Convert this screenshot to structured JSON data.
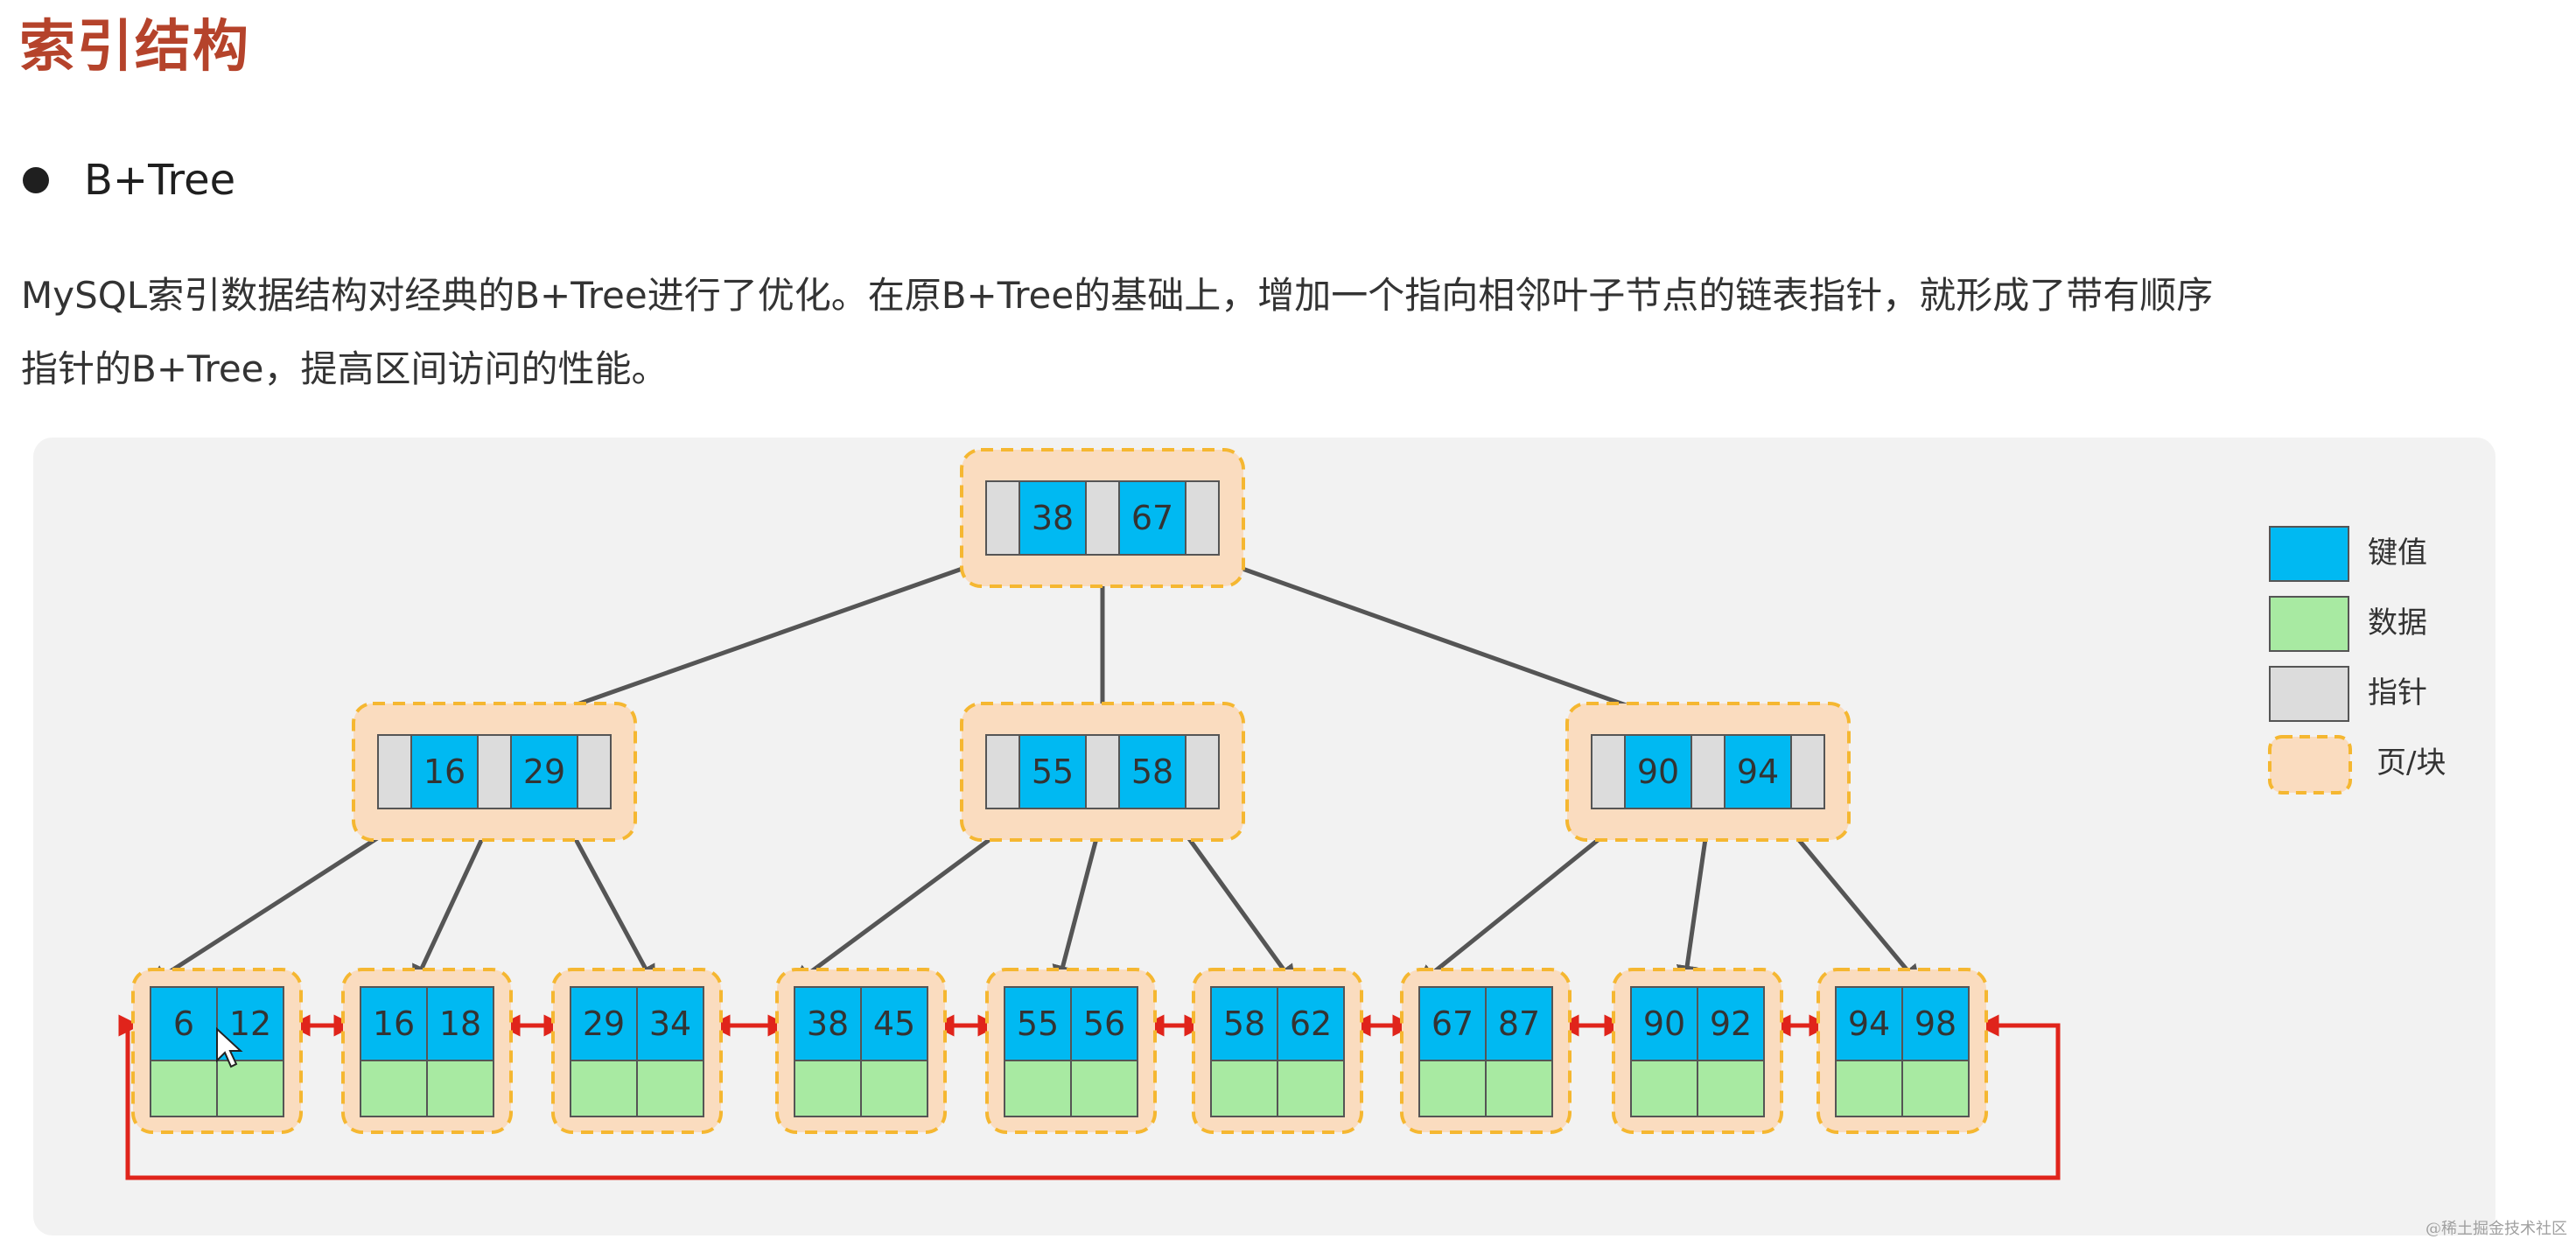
{
  "heading": "索引结构",
  "bullet": "B+Tree",
  "paragraph": {
    "line1": "MySQL索引数据结构对经典的B+Tree进行了优化。在原B+Tree的基础上，增加一个指向相邻叶子节点的链表指针，就形成了带有顺序",
    "line2": "指针的B+Tree，提高区间访问的性能。"
  },
  "diagram": {
    "root": {
      "keys": [
        "38",
        "67"
      ]
    },
    "internal": [
      {
        "keys": [
          "16",
          "29"
        ]
      },
      {
        "keys": [
          "55",
          "58"
        ]
      },
      {
        "keys": [
          "90",
          "94"
        ]
      }
    ],
    "leaves": [
      {
        "keys": [
          "6",
          "12"
        ]
      },
      {
        "keys": [
          "16",
          "18"
        ]
      },
      {
        "keys": [
          "29",
          "34"
        ]
      },
      {
        "keys": [
          "38",
          "45"
        ]
      },
      {
        "keys": [
          "55",
          "56"
        ]
      },
      {
        "keys": [
          "58",
          "62"
        ]
      },
      {
        "keys": [
          "67",
          "87"
        ]
      },
      {
        "keys": [
          "90",
          "92"
        ]
      },
      {
        "keys": [
          "94",
          "98"
        ]
      }
    ],
    "legend": [
      {
        "label": "键值",
        "kind": "key"
      },
      {
        "label": "数据",
        "kind": "data"
      },
      {
        "label": "指针",
        "kind": "pointer"
      },
      {
        "label": "页/块",
        "kind": "page"
      }
    ],
    "colors": {
      "key": "#00b9f2",
      "data": "#a8eaa2",
      "pointer": "#dcdcdc",
      "page_fill": "#fadcbf",
      "page_border": "#f5b731",
      "arrow": "#555555",
      "link": "#e0241b",
      "text": "#333333"
    }
  },
  "watermark": "@稀土掘金技术社区"
}
